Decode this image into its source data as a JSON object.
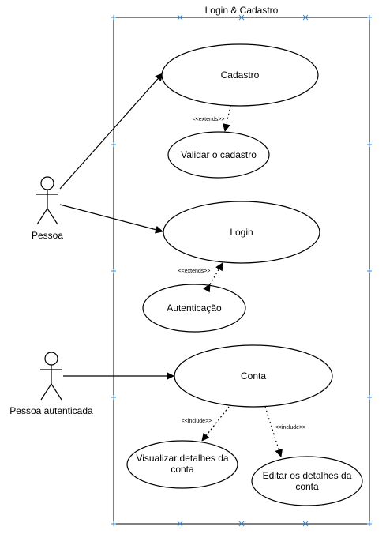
{
  "system": {
    "title": "Login & Cadastro"
  },
  "actors": {
    "pessoa": "Pessoa",
    "pessoa_autenticada": "Pessoa autenticada"
  },
  "use_cases": {
    "cadastro": "Cadastro",
    "validar_cadastro": "Validar o cadastro",
    "login": "Login",
    "autenticacao": "Autenticação",
    "conta": "Conta",
    "visualizar_line1": "Visualizar detalhes da",
    "visualizar_line2": "conta",
    "editar_line1": "Editar os detalhes da",
    "editar_line2": "conta"
  },
  "relations": {
    "extends_cadastro": "<<extends>>",
    "extends_login": "<<extends>>",
    "include_visualizar": "<<include>>",
    "include_editar": "<<include>>"
  }
}
